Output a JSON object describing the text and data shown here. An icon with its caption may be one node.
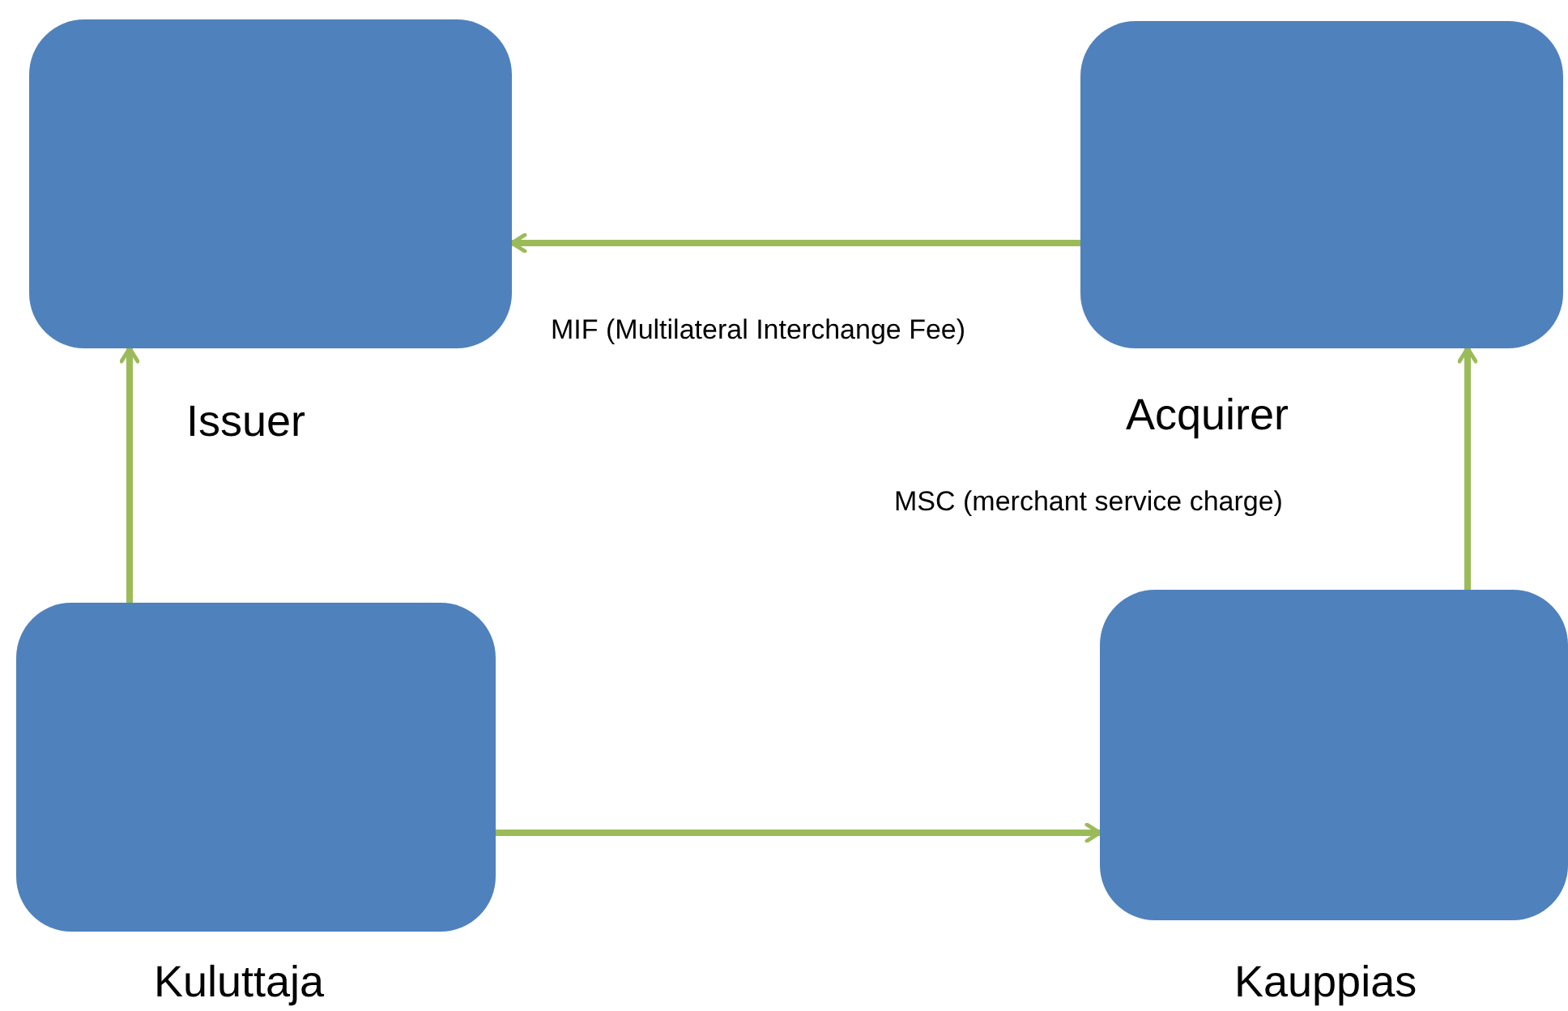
{
  "diagram": {
    "nodes": [
      {
        "text": [
          "Issuer"
        ]
      },
      {
        "text": [
          "Acquirer"
        ]
      },
      {
        "text": [
          "Kuluttaja"
        ]
      },
      {
        "text": [
          "Kauppias"
        ]
      }
    ],
    "edges": [
      {
        "from": 1,
        "to": 0,
        "arrow": "to",
        "label": "MIF (Multilateral Interchange Fee)"
      },
      {
        "from": 2,
        "to": 0,
        "arrow": "to"
      },
      {
        "from": 2,
        "to": 3,
        "arrow": "to"
      },
      {
        "from": 3,
        "to": 1,
        "arrow": "to"
      }
    ],
    "labels": [
      "MSC (merchant service charge)"
    ]
  }
}
